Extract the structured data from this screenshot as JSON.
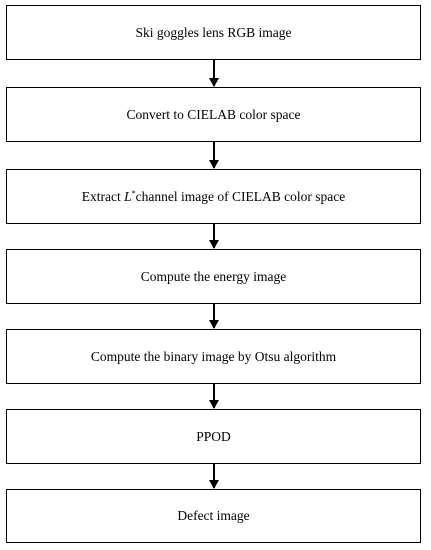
{
  "flowchart": {
    "steps": [
      {
        "label": "Ski goggles lens RGB image"
      },
      {
        "label": "Convert to CIELAB color space"
      },
      {
        "label_prefix": "Extract ",
        "label_symbol": "L",
        "label_sup": "*",
        "label_suffix": "channel image of CIELAB color space"
      },
      {
        "label": "Compute the energy image"
      },
      {
        "label": "Compute the binary image by Otsu algorithm"
      },
      {
        "label": "PPOD"
      },
      {
        "label": "Defect image"
      }
    ]
  }
}
